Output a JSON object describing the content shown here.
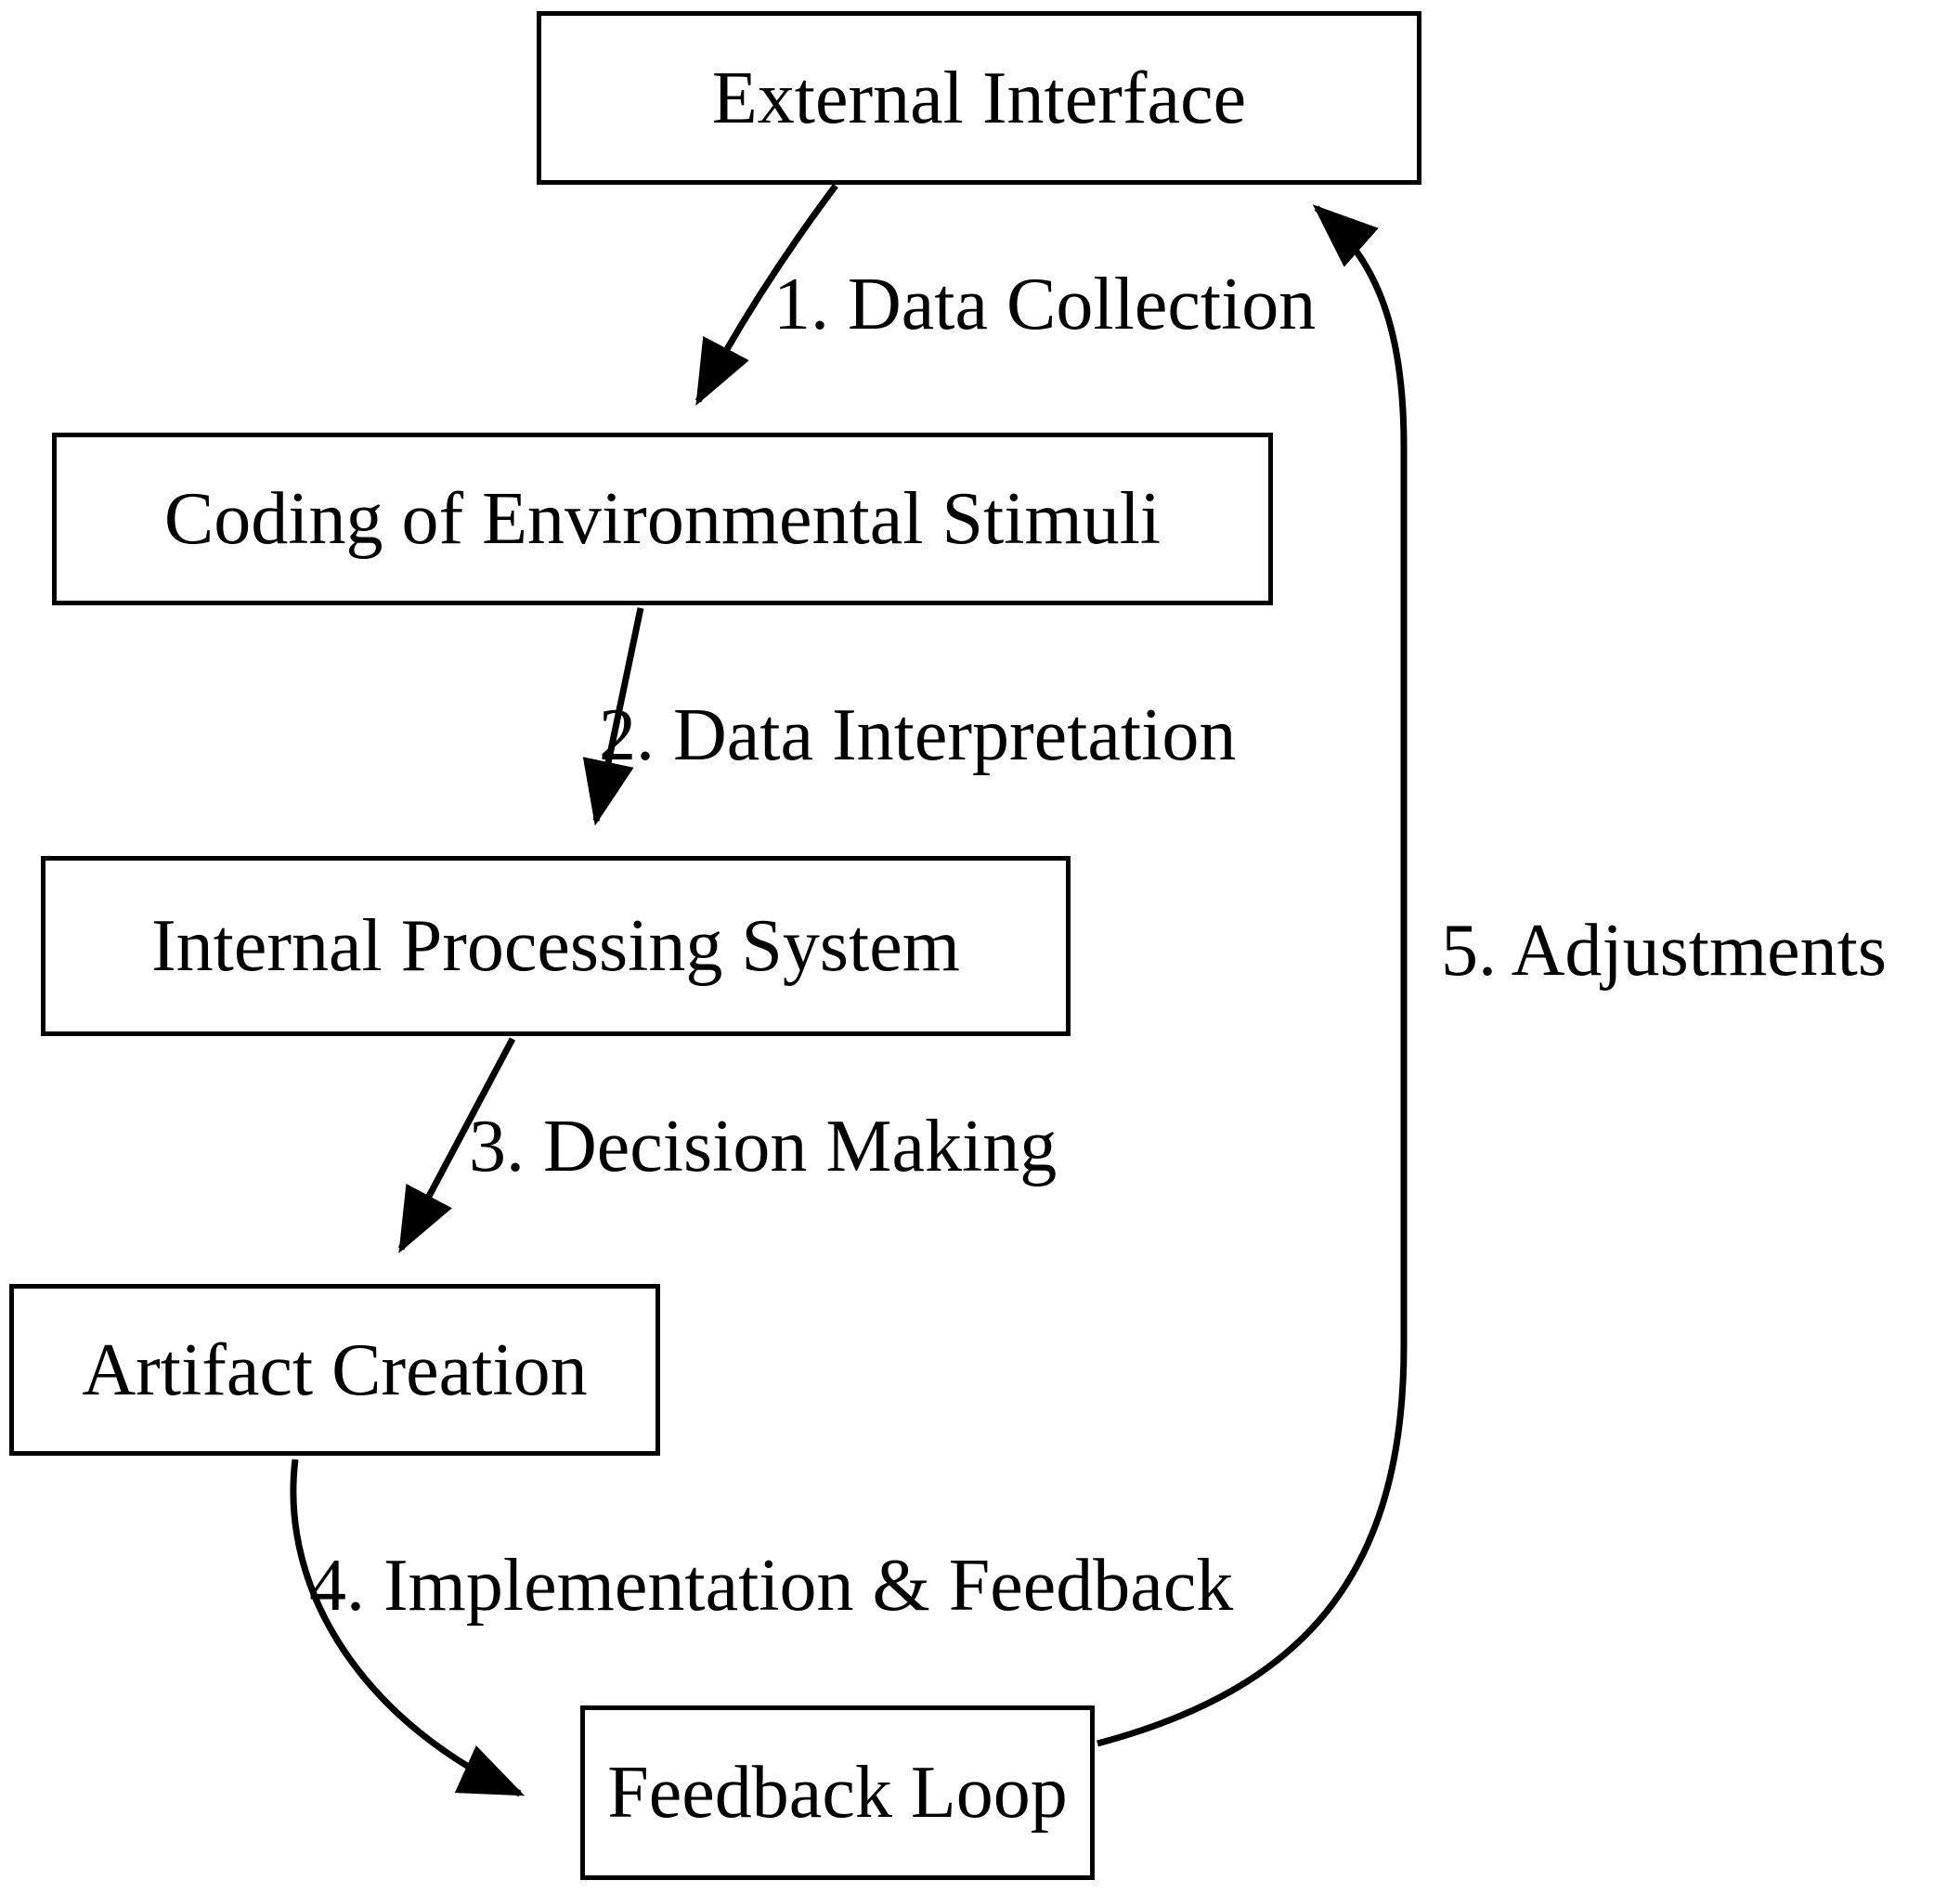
{
  "diagram": {
    "type": "flowchart",
    "title": "",
    "background_color": "#ffffff",
    "stroke_color": "#000000",
    "text_color": "#000000",
    "nodes": [
      {
        "id": "external_interface",
        "label": "External Interface"
      },
      {
        "id": "coding_stimuli",
        "label": "Coding of Environmental Stimuli"
      },
      {
        "id": "internal_processing",
        "label": "Internal Processing System"
      },
      {
        "id": "artifact_creation",
        "label": "Artifact Creation"
      },
      {
        "id": "feedback_loop",
        "label": "Feedback Loop"
      }
    ],
    "edges": [
      {
        "id": "e1",
        "from": "external_interface",
        "to": "coding_stimuli",
        "label": "1. Data Collection"
      },
      {
        "id": "e2",
        "from": "coding_stimuli",
        "to": "internal_processing",
        "label": "2. Data Interpretation"
      },
      {
        "id": "e3",
        "from": "internal_processing",
        "to": "artifact_creation",
        "label": "3. Decision Making"
      },
      {
        "id": "e4",
        "from": "artifact_creation",
        "to": "feedback_loop",
        "label": "4. Implementation & Feedback"
      },
      {
        "id": "e5",
        "from": "feedback_loop",
        "to": "external_interface",
        "label": "5. Adjustments"
      }
    ]
  }
}
